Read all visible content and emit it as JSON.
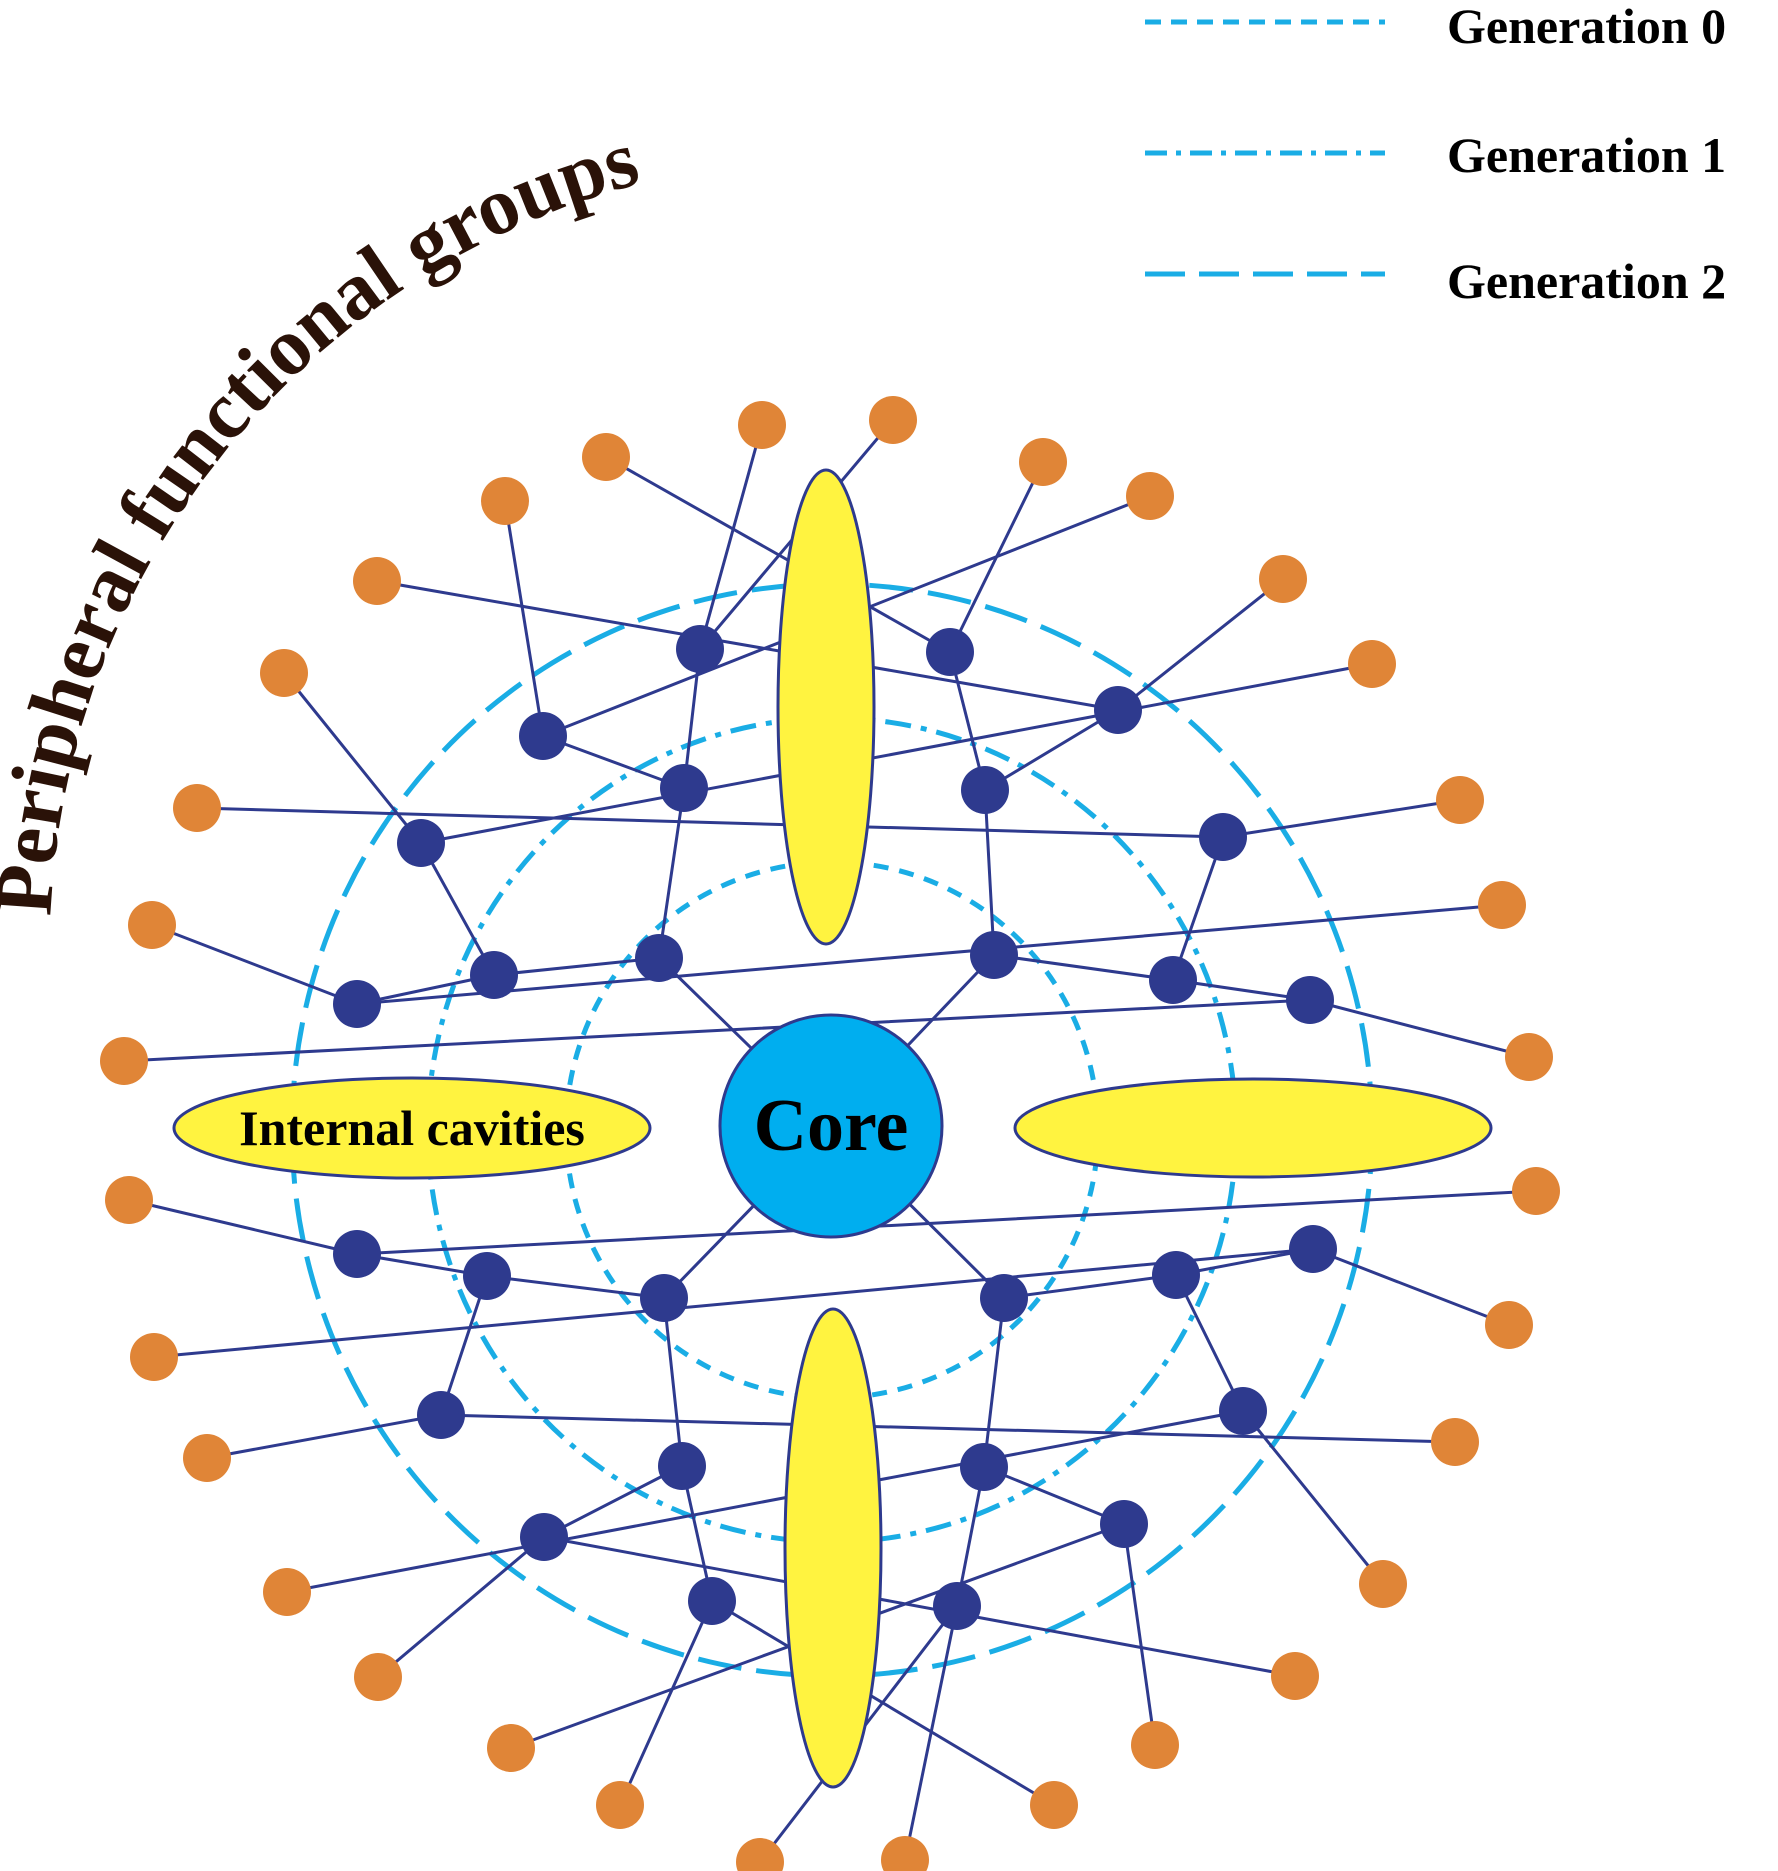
{
  "legend": {
    "items": [
      {
        "label": "Generation 0",
        "pattern": "short-dash"
      },
      {
        "label": "Generation 1",
        "pattern": "dash-dot"
      },
      {
        "label": "Generation 2",
        "pattern": "long-dash"
      }
    ]
  },
  "labels": {
    "core": "Core",
    "cavities": "Internal cavities",
    "peripheral": "Peripheral functional groups"
  },
  "colors": {
    "core_fill": "#00AEEF",
    "node_fill": "#2E3A8E",
    "bond": "#2E3A8E",
    "terminal_fill": "#E08537",
    "cavity_fill": "#FFF340",
    "generation_ring": "#1AADE5",
    "text": "#000000",
    "peripheral_text": "#2A1208"
  }
}
